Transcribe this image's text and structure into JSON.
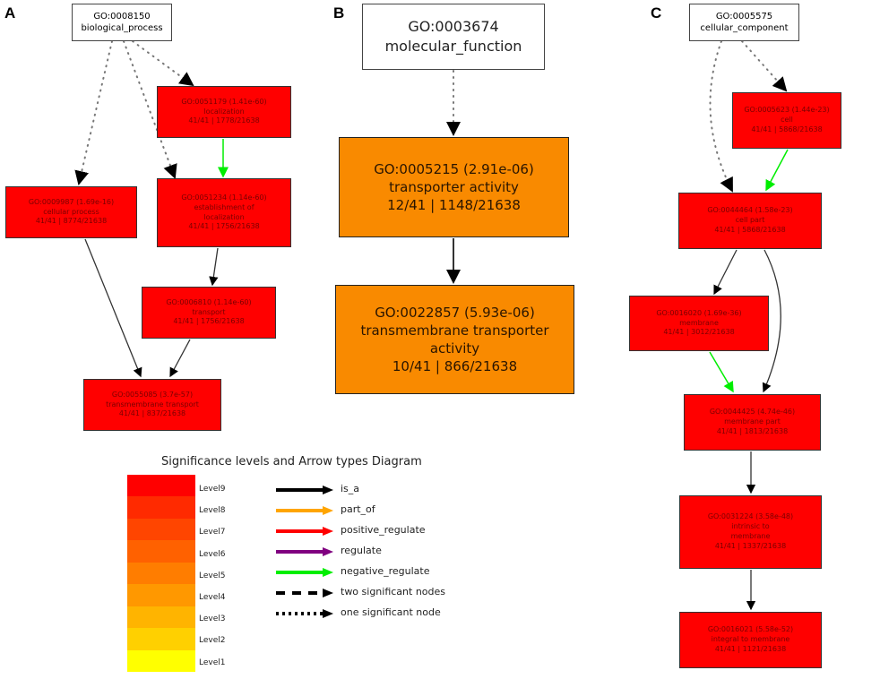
{
  "panels": {
    "a": "A",
    "b": "B",
    "c": "C"
  },
  "panel_a": {
    "root": {
      "id": "GO:0008150",
      "name": "biological_process"
    },
    "localization": {
      "id": "GO:0051179 (1.41e-60)",
      "name": "localization",
      "counts": "41/41 | 1778/21638"
    },
    "cellular_process": {
      "id": "GO:0009987 (1.69e-16)",
      "name": "cellular process",
      "counts": "41/41 | 8774/21638"
    },
    "establishment": {
      "id": "GO:0051234 (1.14e-60)",
      "name": "establishment of",
      "name2": "localization",
      "counts": "41/41 | 1756/21638"
    },
    "transport": {
      "id": "GO:0006810 (1.14e-60)",
      "name": "transport",
      "counts": "41/41 | 1756/21638"
    },
    "transmembrane_transport": {
      "id": "GO:0055085 (3.7e-57)",
      "name": "transmembrane transport",
      "counts": "41/41 | 837/21638"
    }
  },
  "panel_b": {
    "root": {
      "id": "GO:0003674",
      "name": "molecular_function"
    },
    "transporter": {
      "id": "GO:0005215 (2.91e-06)",
      "name": "transporter activity",
      "counts": "12/41 | 1148/21638"
    },
    "transmembrane": {
      "id": "GO:0022857 (5.93e-06)",
      "name": "transmembrane transporter",
      "name2": "activity",
      "counts": "10/41 | 866/21638"
    }
  },
  "panel_c": {
    "root": {
      "id": "GO:0005575",
      "name": "cellular_component"
    },
    "cell": {
      "id": "GO:0005623 (1.44e-23)",
      "name": "cell",
      "counts": "41/41 | 5868/21638"
    },
    "cell_part": {
      "id": "GO:0044464 (1.58e-23)",
      "name": "cell part",
      "counts": "41/41 | 5868/21638"
    },
    "membrane": {
      "id": "GO:0016020 (1.69e-36)",
      "name": "membrane",
      "counts": "41/41 | 3012/21638"
    },
    "membrane_part": {
      "id": "GO:0044425 (4.74e-46)",
      "name": "membrane part",
      "counts": "41/41 | 1813/21638"
    },
    "intrinsic": {
      "id": "GO:0031224 (3.58e-48)",
      "name": "intrinsic to",
      "name2": "membrane",
      "counts": "41/41 | 1337/21638"
    },
    "integral": {
      "id": "GO:0016021 (5.58e-52)",
      "name": "integral to membrane",
      "counts": "41/41 | 1121/21638"
    }
  },
  "legend": {
    "title": "Significance levels and Arrow types Diagram",
    "levels": [
      "Level9",
      "Level8",
      "Level7",
      "Level6",
      "Level5",
      "Level4",
      "Level3",
      "Level2",
      "Level1"
    ],
    "level_colors": [
      "#ff0000",
      "#ff2a00",
      "#ff4500",
      "#ff6100",
      "#ff7d00",
      "#ff9800",
      "#ffb400",
      "#ffd000",
      "#ffff00"
    ],
    "arrows": [
      "is_a",
      "part_of",
      "positive_regulate",
      "regulate",
      "negative_regulate",
      "two significant nodes",
      "one significant node"
    ],
    "arrow_colors": [
      "#000000",
      "#ffa500",
      "#ff0000",
      "#800080",
      "#00ee00",
      "#000000",
      "#000000"
    ]
  }
}
